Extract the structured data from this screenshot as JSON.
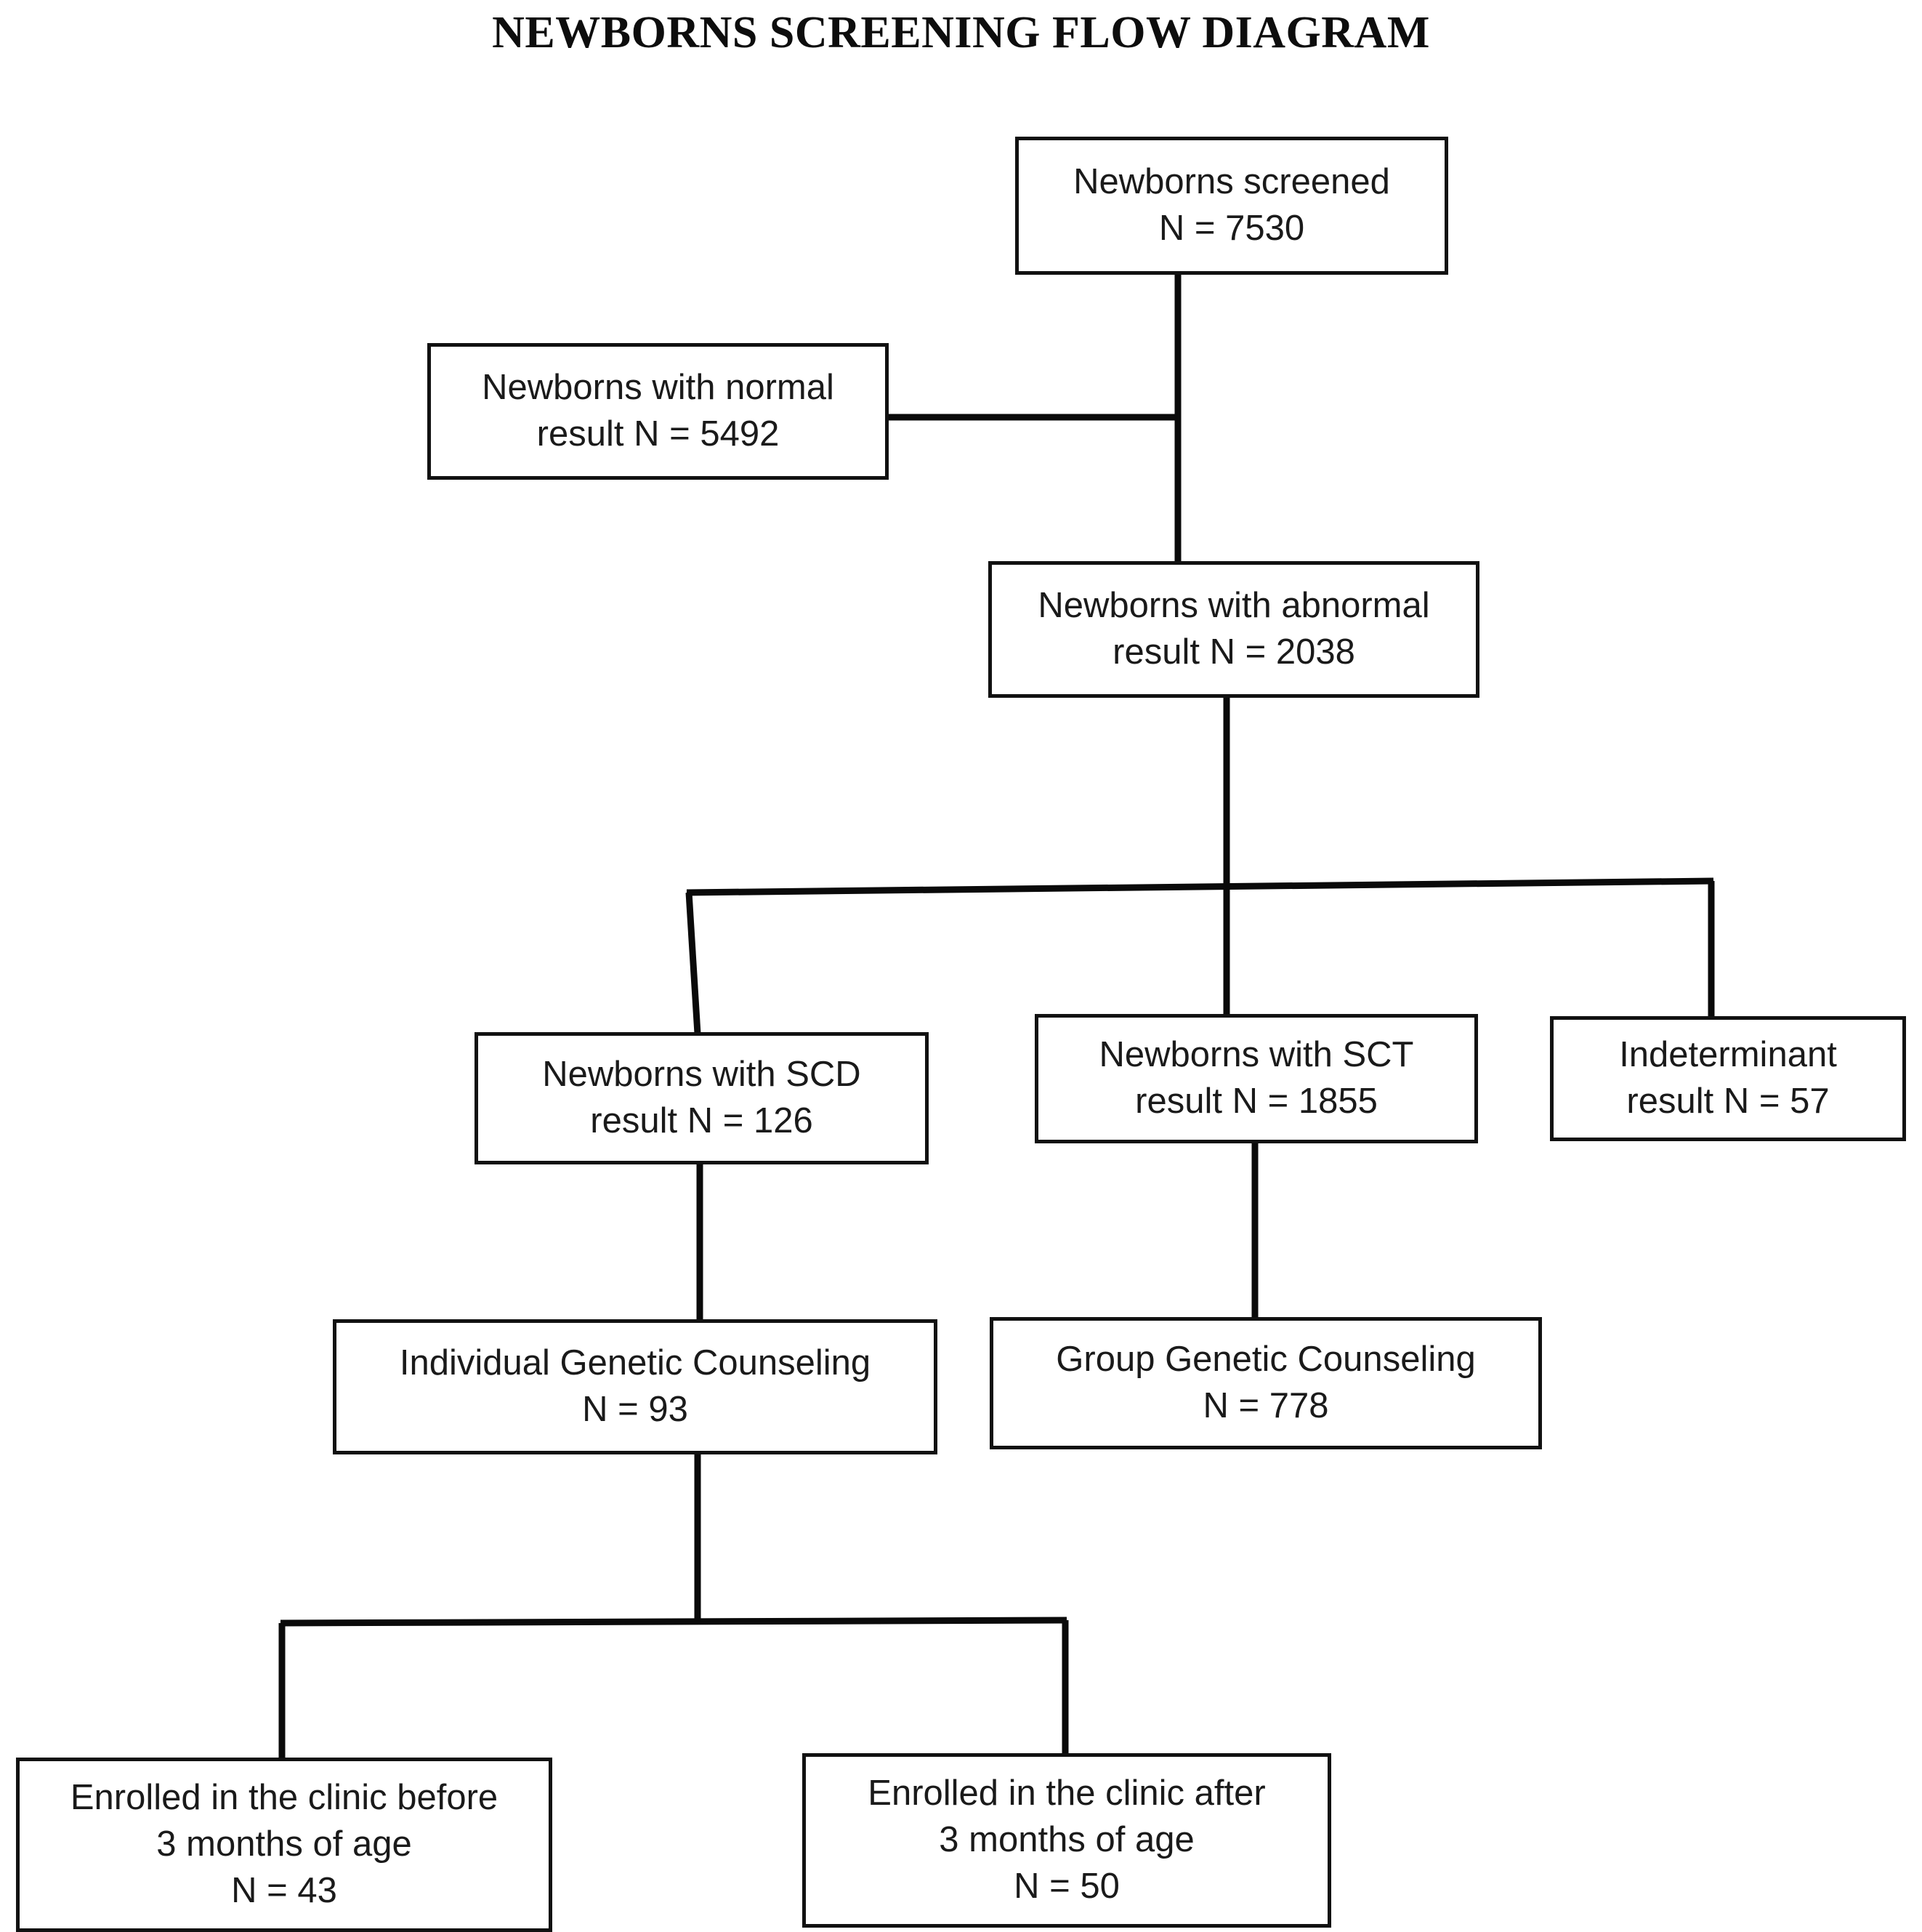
{
  "diagram": {
    "title": "NEWBORNS SCREENING FLOW DIAGRAM",
    "type": "flowchart",
    "colors": {
      "box_border": "#111111",
      "box_fill": "#ffffff",
      "connector": "#0a0a0a",
      "text": "#1a1a1a",
      "background": "#ffffff"
    },
    "nodes": {
      "screened": {
        "id": "newborns-screened",
        "line1": "Newborns screened",
        "line2": "N = 7530",
        "n": 7530
      },
      "normal": {
        "id": "newborns-normal",
        "line1": "Newborns with normal",
        "line2": "result N = 5492",
        "n": 5492
      },
      "abnormal": {
        "id": "newborns-abnormal",
        "line1": "Newborns with abnormal",
        "line2": "result N = 2038",
        "n": 2038
      },
      "scd": {
        "id": "newborns-scd",
        "line1": "Newborns with SCD",
        "line2": "result N = 126",
        "n": 126
      },
      "sct": {
        "id": "newborns-sct",
        "line1": "Newborns with SCT",
        "line2": "result N = 1855",
        "n": 1855
      },
      "indeterminant": {
        "id": "indeterminant",
        "line1": "Indeterminant",
        "line2": "result N = 57",
        "n": 57
      },
      "individual_counseling": {
        "id": "individual-genetic-counseling",
        "line1": "Individual Genetic Counseling",
        "line2": "N = 93",
        "n": 93
      },
      "group_counseling": {
        "id": "group-genetic-counseling",
        "line1": "Group Genetic Counseling",
        "line2": "N = 778",
        "n": 778
      },
      "enrolled_before": {
        "id": "enrolled-before-3-months",
        "line1": "Enrolled in the clinic before",
        "line2": "3 months of age",
        "line3": "N = 43",
        "n": 43
      },
      "enrolled_after": {
        "id": "enrolled-after-3-months",
        "line1": "Enrolled in the clinic after",
        "line2": "3 months of age",
        "line3": "N = 50",
        "n": 50
      }
    },
    "edges": [
      {
        "from": "screened",
        "to": "normal"
      },
      {
        "from": "screened",
        "to": "abnormal"
      },
      {
        "from": "abnormal",
        "to": "scd"
      },
      {
        "from": "abnormal",
        "to": "sct"
      },
      {
        "from": "abnormal",
        "to": "indeterminant"
      },
      {
        "from": "scd",
        "to": "individual_counseling"
      },
      {
        "from": "sct",
        "to": "group_counseling"
      },
      {
        "from": "individual_counseling",
        "to": "enrolled_before"
      },
      {
        "from": "individual_counseling",
        "to": "enrolled_after"
      }
    ]
  }
}
